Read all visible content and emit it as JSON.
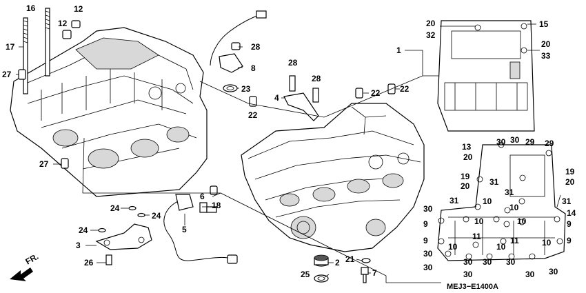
{
  "diagram": {
    "code": "MEJ3−E1400A",
    "direction_label": "FR.",
    "labels": [
      {
        "id": "16",
        "text": "16"
      },
      {
        "id": "12a",
        "text": "12"
      },
      {
        "id": "12b",
        "text": "12"
      },
      {
        "id": "17",
        "text": "17"
      },
      {
        "id": "27a",
        "text": "27"
      },
      {
        "id": "27b",
        "text": "27"
      },
      {
        "id": "28a",
        "text": "28"
      },
      {
        "id": "8",
        "text": "8"
      },
      {
        "id": "23",
        "text": "23"
      },
      {
        "id": "22a",
        "text": "22"
      },
      {
        "id": "28b",
        "text": "28"
      },
      {
        "id": "28c",
        "text": "28"
      },
      {
        "id": "4",
        "text": "4"
      },
      {
        "id": "22b",
        "text": "22"
      },
      {
        "id": "22c",
        "text": "22"
      },
      {
        "id": "20a",
        "text": "20"
      },
      {
        "id": "32",
        "text": "32"
      },
      {
        "id": "1",
        "text": "1"
      },
      {
        "id": "15",
        "text": "15"
      },
      {
        "id": "20b",
        "text": "20"
      },
      {
        "id": "33",
        "text": "33"
      },
      {
        "id": "30a",
        "text": "30"
      },
      {
        "id": "29a",
        "text": "29"
      },
      {
        "id": "29b",
        "text": "29"
      },
      {
        "id": "30b",
        "text": "30"
      },
      {
        "id": "13",
        "text": "13"
      },
      {
        "id": "20c",
        "text": "20"
      },
      {
        "id": "19a",
        "text": "19"
      },
      {
        "id": "20d",
        "text": "20"
      },
      {
        "id": "19b",
        "text": "19"
      },
      {
        "id": "20e",
        "text": "20"
      },
      {
        "id": "31a",
        "text": "31"
      },
      {
        "id": "31b",
        "text": "31"
      },
      {
        "id": "31c",
        "text": "31"
      },
      {
        "id": "31d",
        "text": "31"
      },
      {
        "id": "14",
        "text": "14"
      },
      {
        "id": "30c",
        "text": "30"
      },
      {
        "id": "10a",
        "text": "10"
      },
      {
        "id": "10b",
        "text": "10"
      },
      {
        "id": "10c",
        "text": "10"
      },
      {
        "id": "10d",
        "text": "10"
      },
      {
        "id": "10e",
        "text": "10"
      },
      {
        "id": "10f",
        "text": "10"
      },
      {
        "id": "10g",
        "text": "10"
      },
      {
        "id": "9a",
        "text": "9"
      },
      {
        "id": "9b",
        "text": "9"
      },
      {
        "id": "9c",
        "text": "9"
      },
      {
        "id": "9d",
        "text": "9"
      },
      {
        "id": "11a",
        "text": "11"
      },
      {
        "id": "11b",
        "text": "11"
      },
      {
        "id": "30d",
        "text": "30"
      },
      {
        "id": "30e",
        "text": "30"
      },
      {
        "id": "30f",
        "text": "30"
      },
      {
        "id": "30g",
        "text": "30"
      },
      {
        "id": "30h",
        "text": "30"
      },
      {
        "id": "30i",
        "text": "30"
      },
      {
        "id": "30j",
        "text": "30"
      },
      {
        "id": "30k",
        "text": "30"
      },
      {
        "id": "6",
        "text": "6"
      },
      {
        "id": "18",
        "text": "18"
      },
      {
        "id": "5",
        "text": "5"
      },
      {
        "id": "24a",
        "text": "24"
      },
      {
        "id": "24b",
        "text": "24"
      },
      {
        "id": "24c",
        "text": "24"
      },
      {
        "id": "3",
        "text": "3"
      },
      {
        "id": "26",
        "text": "26"
      },
      {
        "id": "2",
        "text": "2"
      },
      {
        "id": "21",
        "text": "21"
      },
      {
        "id": "7",
        "text": "7"
      },
      {
        "id": "25",
        "text": "25"
      }
    ]
  }
}
